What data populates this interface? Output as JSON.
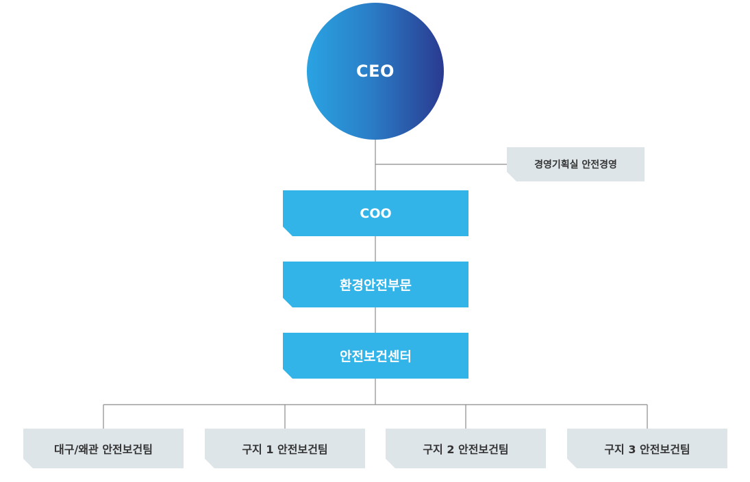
{
  "nodes": {
    "ceo": "CEO",
    "planning": "경영기획실 안전경영",
    "coo": "COO",
    "division": "환경안전부문",
    "center": "안전보건센터"
  },
  "teams": [
    "대구/왜관 안전보건팀",
    "구지 1 안전보건팀",
    "구지 2 안전보건팀",
    "구지 3 안전보건팀"
  ],
  "colors": {
    "ceo_gradient_start": "#2aa3e2",
    "ceo_gradient_end": "#2a3a90",
    "primary_box": "#33b4e8",
    "secondary_box": "#dde5e9",
    "line": "#8a8a8a"
  }
}
